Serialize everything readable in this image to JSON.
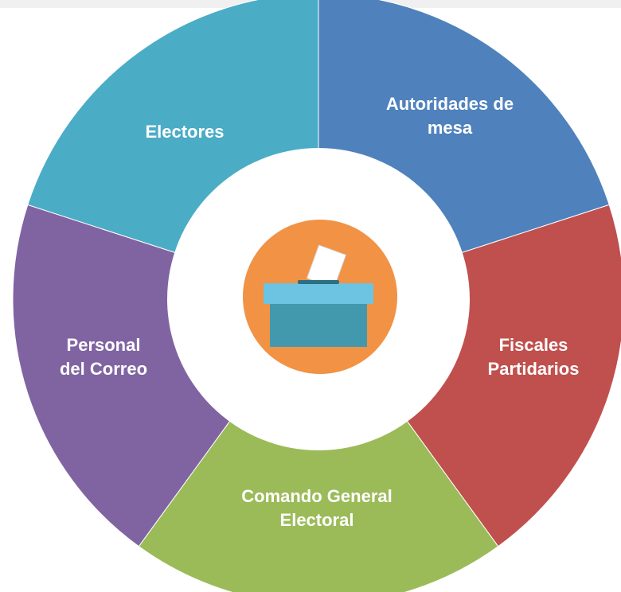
{
  "diagram": {
    "segments": [
      {
        "id": "autoridades",
        "lines": [
          "Autoridades de",
          "mesa"
        ],
        "color": "#4f81bd"
      },
      {
        "id": "fiscales",
        "lines": [
          "Fiscales",
          "Partidarios"
        ],
        "color": "#c0504d"
      },
      {
        "id": "comando",
        "lines": [
          "Comando  General",
          "Electoral"
        ],
        "color": "#9bbb59"
      },
      {
        "id": "personal",
        "lines": [
          "Personal",
          "del Correo"
        ],
        "color": "#8064a2"
      },
      {
        "id": "electores",
        "lines": [
          "Electores"
        ],
        "color": "#4bacc6"
      }
    ],
    "center_icon": "ballot-box-icon",
    "center_circle_color": "#f19245",
    "box_lid_color": "#6cc4e2",
    "box_body_color": "#4299ae"
  }
}
